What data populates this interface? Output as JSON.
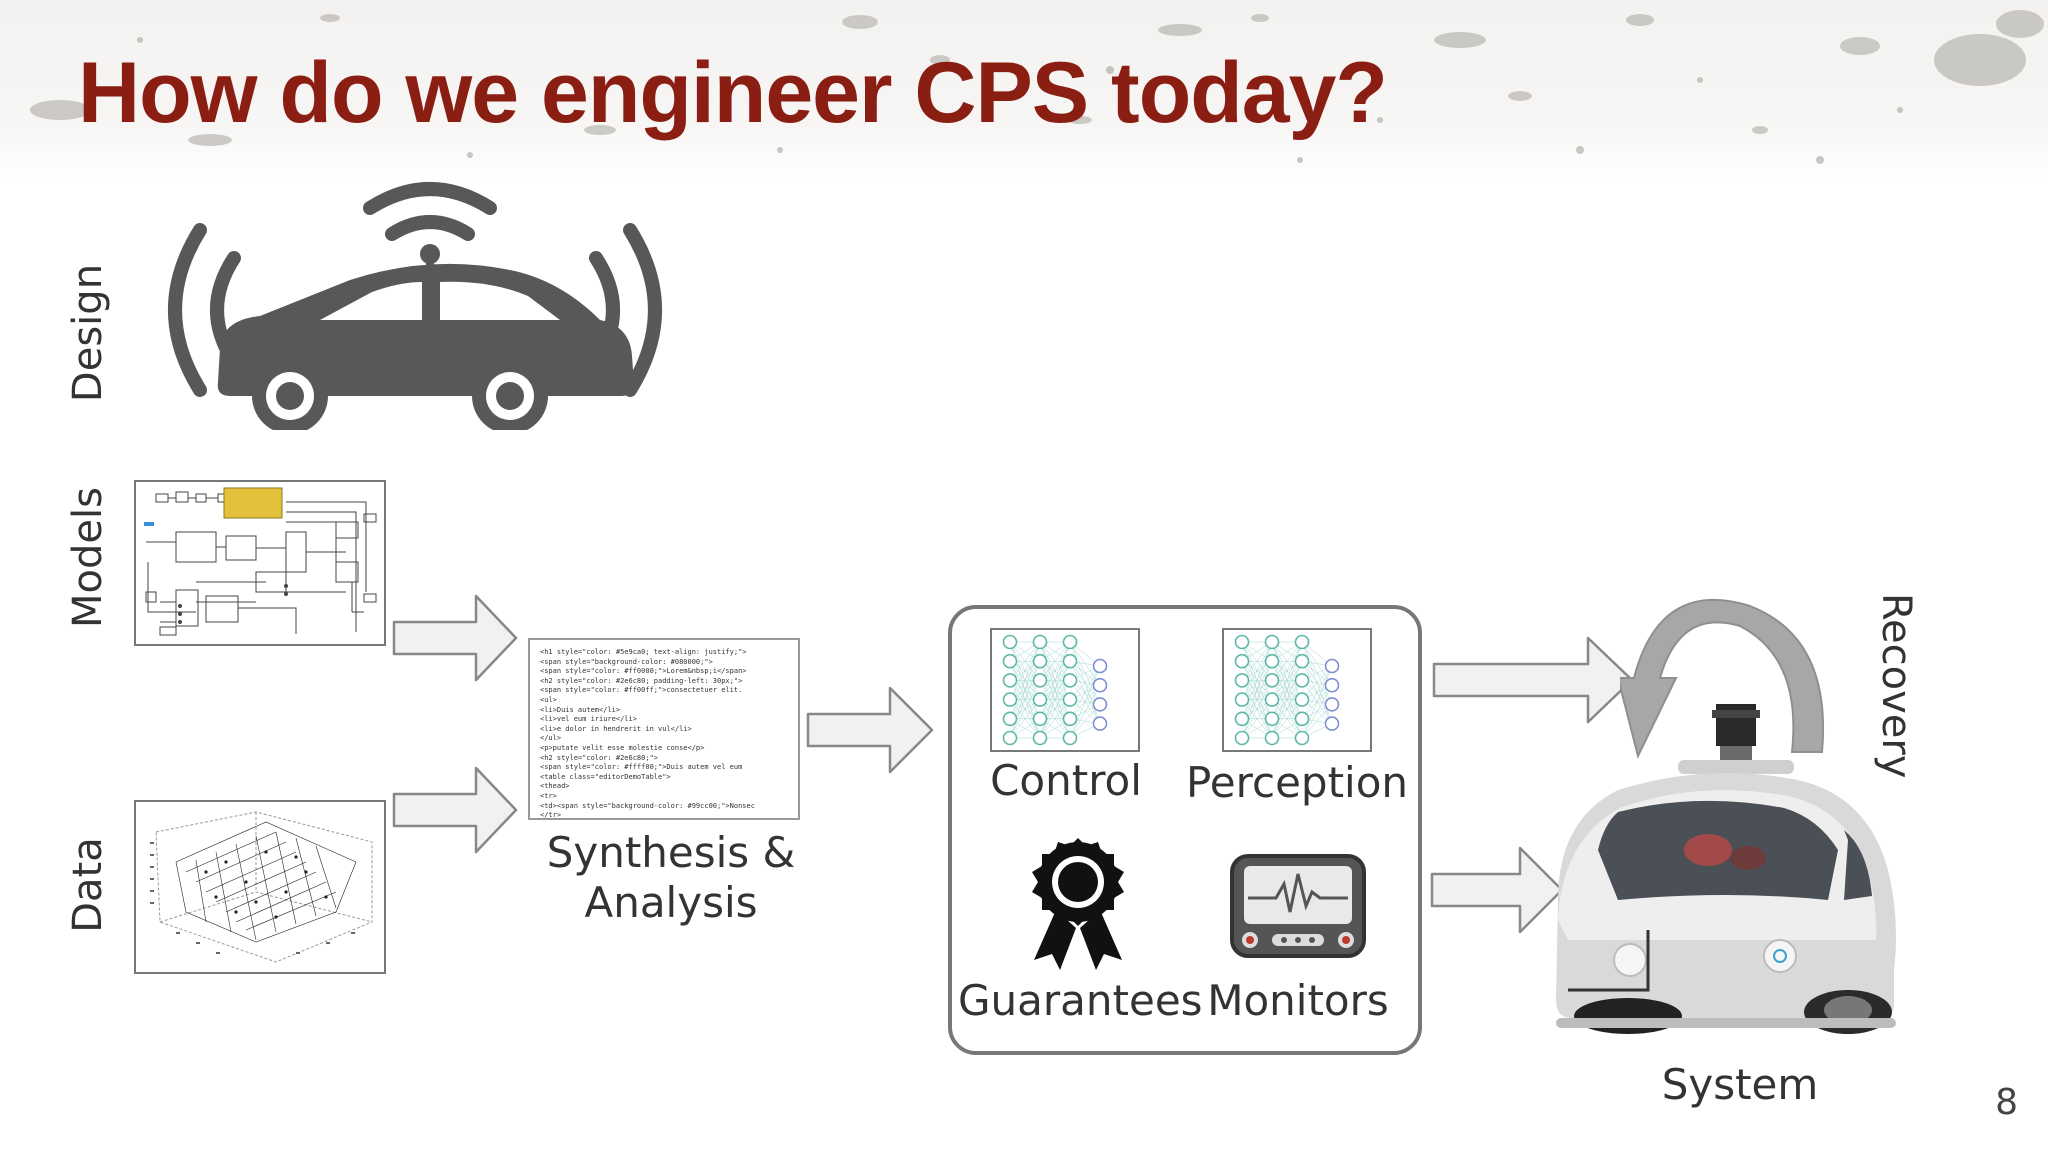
{
  "title": "How do we engineer CPS today?",
  "rows": {
    "design": "Design",
    "models": "Models",
    "data": "Data"
  },
  "synthesis_label": [
    "Synthesis &",
    "Analysis"
  ],
  "panel": {
    "control": "Control",
    "perception": "Perception",
    "guarantees": "Guarantees",
    "monitors": "Monitors"
  },
  "system_label": "System",
  "recovery_label": "Recovery",
  "page_number": "8",
  "code_lines": [
    "<h1 style=\"color: #5e9ca0; text-align: justify;\">",
    "  <span style=\"background-color: #080000;\">",
    "    <span style=\"color: #ff0000;\">Lorem&nbsp;i</span>",
    "<h2 style=\"color: #2e6c80; padding-left: 30px;\">",
    "    <span style=\"color: #ff00ff;\">consectetuer elit.",
    "<ul>",
    "<li>Duis autem</li>",
    "<li>vel eum iriure</li>",
    "<li>e dolor in hendrerit in vul</li>",
    "</ul>",
    "<p>putate velit esse molestie conse</p>",
    "<h2 style=\"color: #2e6c80;\">",
    "  <span style=\"color: #ffff00;\">Duis autem vel eum",
    "<table class=\"editorDemoTable\">",
    "<thead>",
    "<tr>",
    "<td><span style=\"background-color: #99cc00;\">Nonsec",
    "</tr>"
  ],
  "colors": {
    "title": "#8b1e12",
    "icon_gray": "#58585a",
    "nn_node": "#5cb7a7",
    "nn_output": "#7f8fd0",
    "arrow_fill": "#f1f1f1",
    "arrow_stroke": "#888888"
  }
}
